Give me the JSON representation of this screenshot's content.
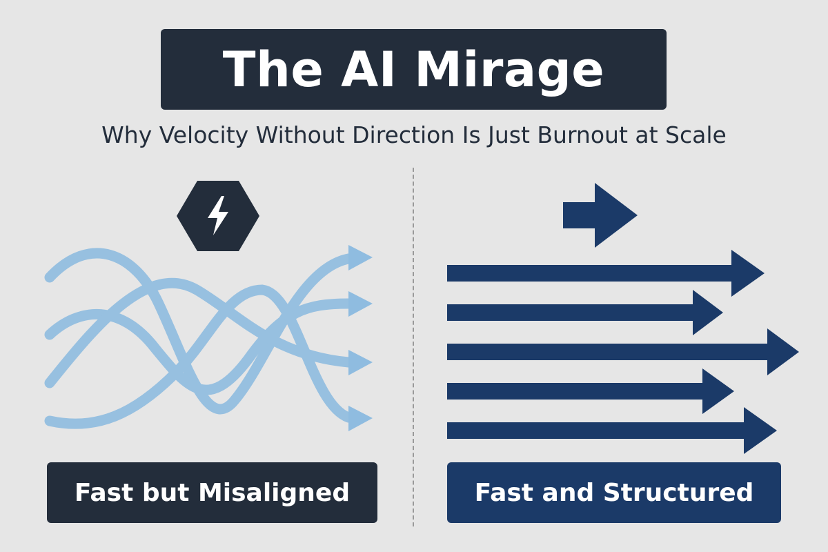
{
  "title": "The AI Mirage",
  "subtitle": "Why Velocity Without Direction Is Just Burnout at Scale",
  "left_panel": {
    "icon": "lightning-bolt-hexagon-icon",
    "label": "Fast but Misaligned",
    "arrow_count": 4
  },
  "right_panel": {
    "icon": "right-arrow-icon",
    "label": "Fast and Structured",
    "arrow_count": 5
  },
  "colors": {
    "background": "#e6e6e6",
    "dark": "#232d3b",
    "navy": "#1b3a68",
    "light_blue": "#8fbce0",
    "divider": "#9a9a9a"
  }
}
